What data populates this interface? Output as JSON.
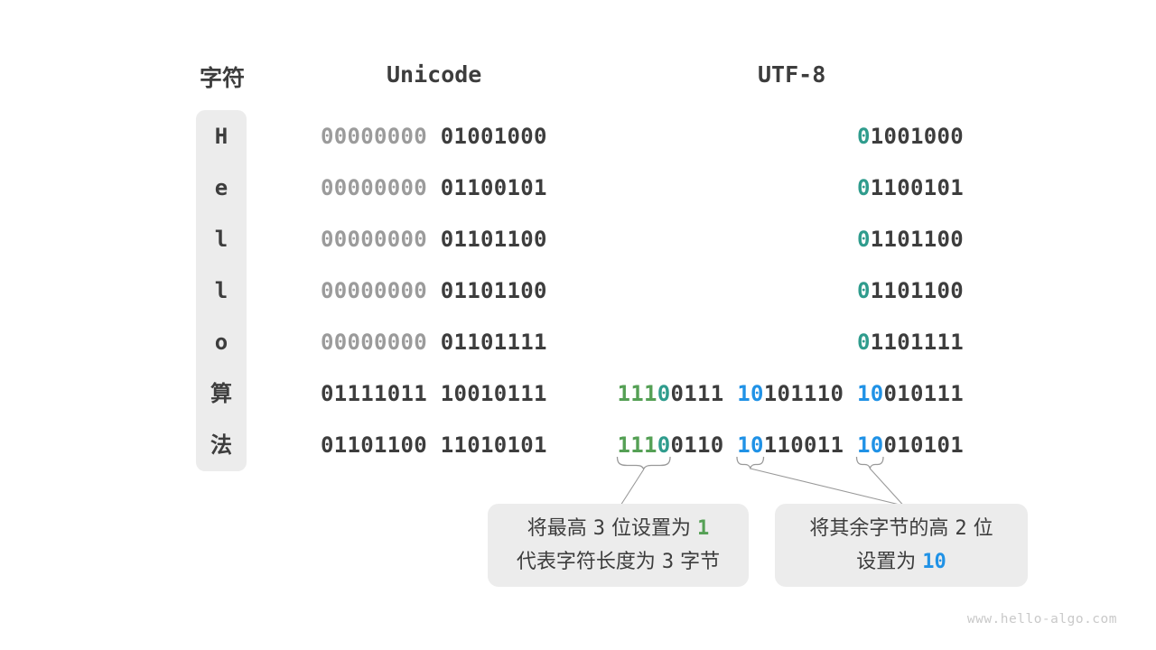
{
  "headers": {
    "char": "字符",
    "unicode": "Unicode",
    "utf8": "UTF-8"
  },
  "rows": [
    {
      "char": "H",
      "unicode": [
        [
          "00000000 ",
          "gray"
        ],
        [
          "01001000",
          "dark"
        ]
      ],
      "utf8": [
        [
          "0",
          "teal"
        ],
        [
          "1001000",
          "dark"
        ]
      ]
    },
    {
      "char": "e",
      "unicode": [
        [
          "00000000 ",
          "gray"
        ],
        [
          "01100101",
          "dark"
        ]
      ],
      "utf8": [
        [
          "0",
          "teal"
        ],
        [
          "1100101",
          "dark"
        ]
      ]
    },
    {
      "char": "l",
      "unicode": [
        [
          "00000000 ",
          "gray"
        ],
        [
          "01101100",
          "dark"
        ]
      ],
      "utf8": [
        [
          "0",
          "teal"
        ],
        [
          "1101100",
          "dark"
        ]
      ]
    },
    {
      "char": "l",
      "unicode": [
        [
          "00000000 ",
          "gray"
        ],
        [
          "01101100",
          "dark"
        ]
      ],
      "utf8": [
        [
          "0",
          "teal"
        ],
        [
          "1101100",
          "dark"
        ]
      ]
    },
    {
      "char": "o",
      "unicode": [
        [
          "00000000 ",
          "gray"
        ],
        [
          "01101111",
          "dark"
        ]
      ],
      "utf8": [
        [
          "0",
          "teal"
        ],
        [
          "1101111",
          "dark"
        ]
      ]
    },
    {
      "char": "算",
      "unicode": [
        [
          "01111011 10010111",
          "dark"
        ]
      ],
      "utf8": [
        [
          "111",
          "green"
        ],
        [
          "0",
          "teal"
        ],
        [
          "0111 ",
          "dark"
        ],
        [
          "10",
          "blue"
        ],
        [
          "101110 ",
          "dark"
        ],
        [
          "10",
          "blue"
        ],
        [
          "010111",
          "dark"
        ]
      ]
    },
    {
      "char": "法",
      "unicode": [
        [
          "01101100 11010101",
          "dark"
        ]
      ],
      "utf8": [
        [
          "111",
          "green"
        ],
        [
          "0",
          "teal"
        ],
        [
          "0110 ",
          "dark"
        ],
        [
          "10",
          "blue"
        ],
        [
          "110011 ",
          "dark"
        ],
        [
          "10",
          "blue"
        ],
        [
          "010101",
          "dark"
        ]
      ]
    }
  ],
  "callouts": [
    {
      "lines": [
        [
          [
            "将最高 ",
            "plain"
          ],
          [
            "3",
            "num"
          ],
          [
            " 位设置为 ",
            "plain"
          ],
          [
            "1",
            "green"
          ]
        ],
        [
          [
            "代表字符长度为 ",
            "plain"
          ],
          [
            "3",
            "num"
          ],
          [
            " 字节",
            "plain"
          ]
        ]
      ]
    },
    {
      "lines": [
        [
          [
            "将其余字节的高 ",
            "plain"
          ],
          [
            "2",
            "num"
          ],
          [
            " 位",
            "plain"
          ]
        ],
        [
          [
            "设置为 ",
            "plain"
          ],
          [
            "10",
            "blue"
          ]
        ]
      ]
    }
  ],
  "watermark": "www.hello-algo.com",
  "colors": {
    "binary_dark": "#3d3d3d",
    "leading_zero_gray": "#9b9b9b",
    "prefix_green": "#55a055",
    "prefix_teal": "#2f9c8d",
    "prefix_blue": "#2092e6",
    "panel_bg": "#ececec",
    "line_gray": "#999999",
    "watermark_gray": "#c9c9c9"
  }
}
